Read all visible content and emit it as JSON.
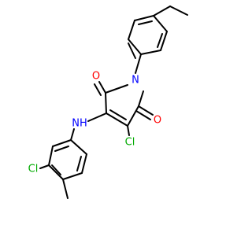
{
  "molecule": {
    "atoms": {
      "n1": {
        "symbol": "N",
        "color": "#0000ff"
      },
      "o1": {
        "symbol": "O",
        "color": "#ff0000"
      },
      "o2": {
        "symbol": "O",
        "color": "#ff0000"
      },
      "nh": {
        "symbol": "NH",
        "color": "#0000ff"
      },
      "cl1": {
        "symbol": "Cl",
        "color": "#00aa00"
      },
      "cl2": {
        "symbol": "Cl",
        "color": "#00aa00"
      }
    }
  }
}
